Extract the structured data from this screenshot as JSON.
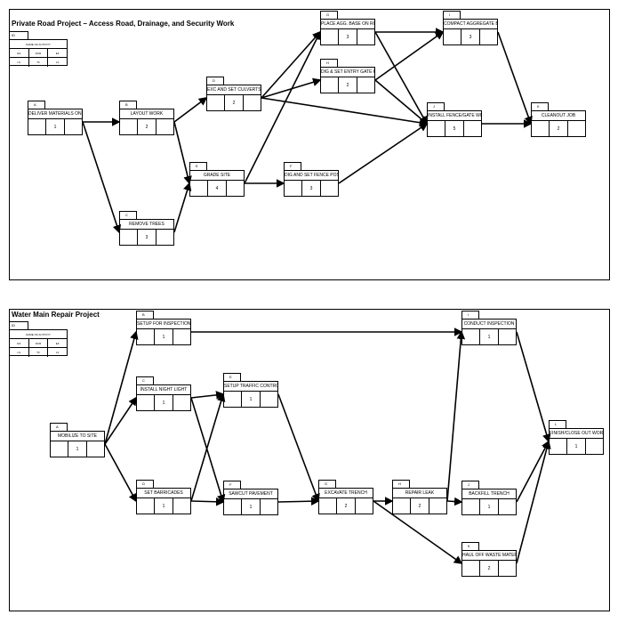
{
  "legend": {
    "id_label": "ID",
    "name_label": "NAME OF ACTIVITY",
    "es": "ES",
    "dur": "DUR",
    "ef": "EF",
    "ls": "LS",
    "tf": "TF",
    "lf": "LF"
  },
  "projects": [
    {
      "title": "Private Road Project – Access Road, Drainage, and Security Work",
      "nodes": [
        {
          "id": "A",
          "name": "DELIVER MATERIALS ON SITE",
          "dur": "1"
        },
        {
          "id": "B",
          "name": "LAYOUT WORK",
          "dur": "2"
        },
        {
          "id": "C",
          "name": "REMOVE TREES",
          "dur": "3"
        },
        {
          "id": "D",
          "name": "EXC AND SET CULVERTS",
          "dur": "2"
        },
        {
          "id": "E",
          "name": "GRADE SITE",
          "dur": "4"
        },
        {
          "id": "F",
          "name": "DIG AND SET FENCE POSTS",
          "dur": "3"
        },
        {
          "id": "G",
          "name": "PLACE AGG. BASE ON ROAD",
          "dur": "3"
        },
        {
          "id": "H",
          "name": "DIG & SET ENTRY GATE POST",
          "dur": "2"
        },
        {
          "id": "I",
          "name": "COMPACT AGGREGATE BASE",
          "dur": "3"
        },
        {
          "id": "J",
          "name": "INSTALL FENCE/GATE WIRE",
          "dur": "5"
        },
        {
          "id": "K",
          "name": "CLEANOUT JOB",
          "dur": "2"
        }
      ]
    },
    {
      "title": "Water Main Repair Project",
      "nodes": [
        {
          "id": "A",
          "name": "MOBILIZE TO SITE",
          "dur": "1"
        },
        {
          "id": "B",
          "name": "SETUP FOR INSPECTION",
          "dur": "1"
        },
        {
          "id": "C",
          "name": "INSTALL NIGHT LIGHT",
          "dur": "1"
        },
        {
          "id": "D",
          "name": "SET BARRICADES",
          "dur": "1"
        },
        {
          "id": "E",
          "name": "SETUP TRAFFIC CONTROL",
          "dur": "1"
        },
        {
          "id": "F",
          "name": "SAWCUT PAVEMENT",
          "dur": "1"
        },
        {
          "id": "G",
          "name": "EXCAVATE TRENCH",
          "dur": "2"
        },
        {
          "id": "H",
          "name": "REPAIR LEAK",
          "dur": "2"
        },
        {
          "id": "I",
          "name": "CONDUCT INSPECTION",
          "dur": "1"
        },
        {
          "id": "J",
          "name": "BACKFILL TRENCH",
          "dur": "1"
        },
        {
          "id": "K",
          "name": "HAUL OFF WASTE MATERIALS",
          "dur": "2"
        },
        {
          "id": "L",
          "name": "FINISH/CLOSE OUT WORK",
          "dur": "1"
        }
      ]
    }
  ]
}
